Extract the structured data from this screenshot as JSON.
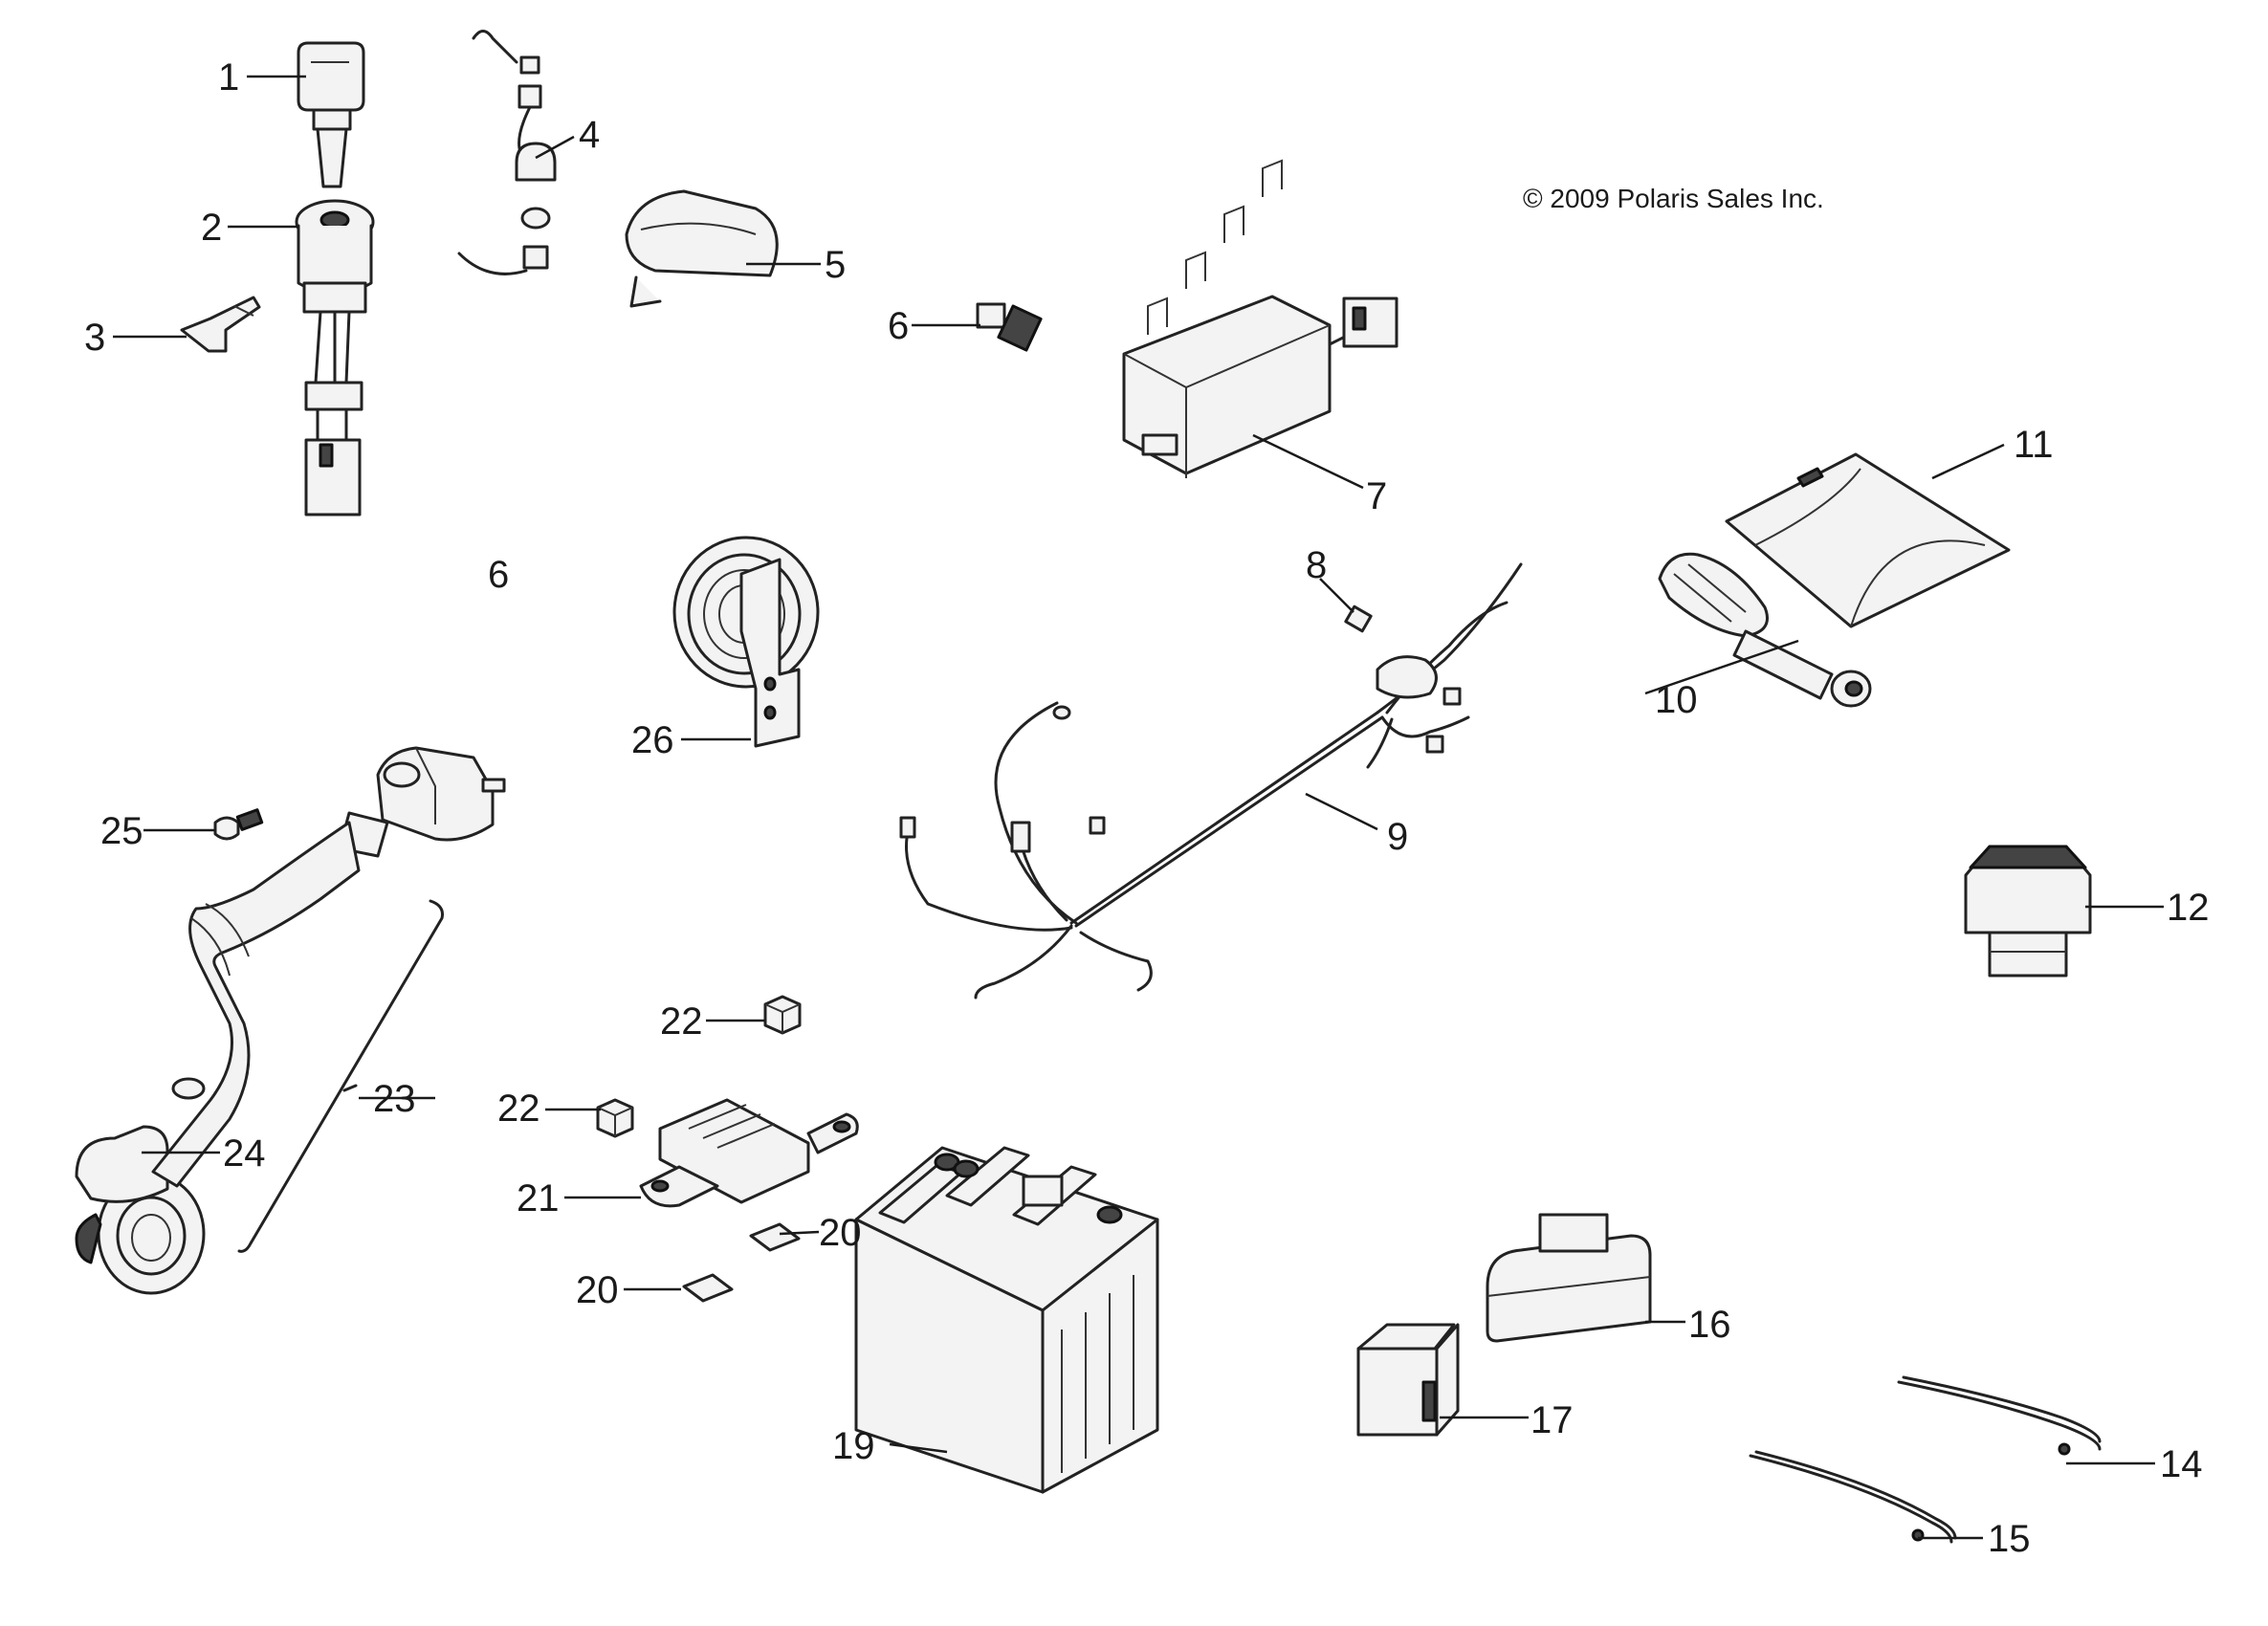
{
  "copyright": "© 2009 Polaris Sales Inc.",
  "callouts": [
    "1",
    "2",
    "3",
    "4",
    "5",
    "6",
    "6",
    "7",
    "8",
    "9",
    "10",
    "11",
    "12",
    "14",
    "15",
    "16",
    "17",
    "19",
    "20",
    "20",
    "21",
    "22",
    "22",
    "23",
    "24",
    "25",
    "26"
  ]
}
